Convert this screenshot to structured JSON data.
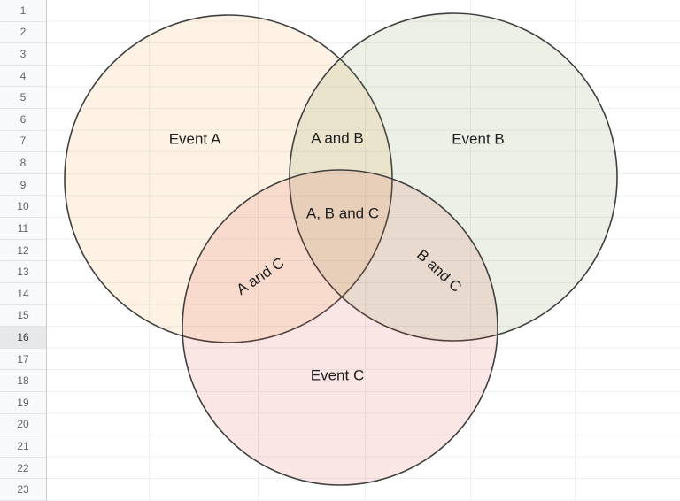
{
  "sheet": {
    "row_numbers": [
      "1",
      "2",
      "3",
      "4",
      "5",
      "6",
      "7",
      "8",
      "9",
      "10",
      "11",
      "12",
      "13",
      "14",
      "15",
      "16",
      "17",
      "18",
      "19",
      "20",
      "21",
      "22",
      "23"
    ],
    "selected_row": "16",
    "colors": {
      "header_bg": "#f8f9fa",
      "header_selected_bg": "#e6e8ea",
      "header_text": "#5f6469",
      "gridline": "#edeff1",
      "header_border": "#c9cdd1"
    }
  },
  "venn": {
    "stroke": "#404040",
    "label_color": "#1f1f1f",
    "sets": [
      {
        "name": "A",
        "label": "Event A",
        "fill": "rgba(243,156,40,0.13)"
      },
      {
        "name": "B",
        "label": "Event B",
        "fill": "rgba(106,141,62,0.13)"
      },
      {
        "name": "C",
        "label": "Event C",
        "fill": "rgba(217,68,57,0.13)"
      }
    ],
    "intersections": {
      "ab": "A and B",
      "ac": "A and C",
      "bc": "B and C",
      "abc": "A, B and C"
    }
  }
}
